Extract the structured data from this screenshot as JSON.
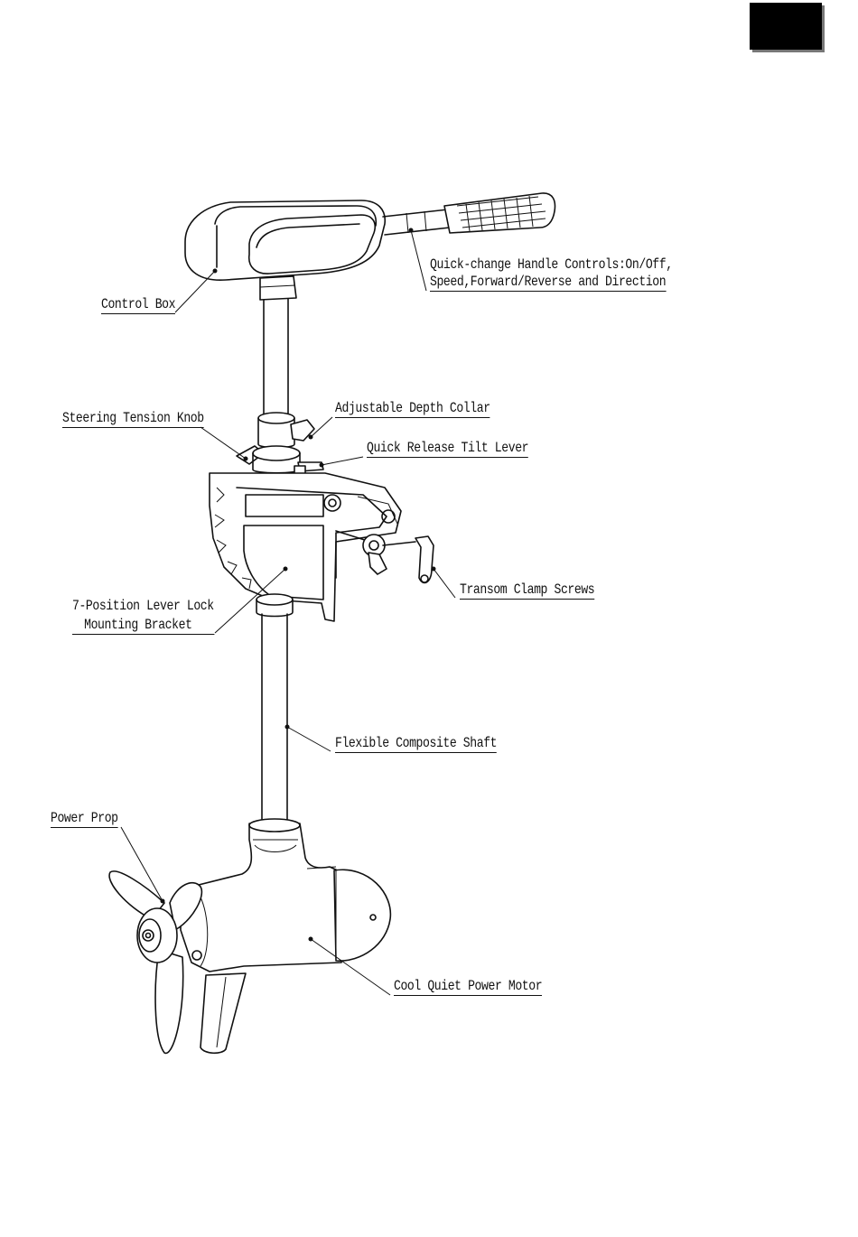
{
  "page_tab": {
    "color": "#000000"
  },
  "labels": {
    "control_box": "Control Box",
    "handle_controls_line1": "Quick-change Handle Controls:On/Off,",
    "handle_controls_line2": "Speed,Forward/Reverse and Direction",
    "adjustable_depth_collar": "Adjustable Depth Collar",
    "steering_tension_knob": "Steering Tension Knob",
    "quick_release_tilt_lever": "Quick Release Tilt Lever",
    "transom_clamp_screws": "Transom Clamp Screws",
    "lever_lock_line1": "7-Position Lever Lock",
    "lever_lock_line2": "Mounting Bracket",
    "flexible_composite_shaft": "Flexible Composite Shaft",
    "power_prop": "Power Prop",
    "cool_quiet_power_motor": "Cool Quiet Power Motor"
  }
}
